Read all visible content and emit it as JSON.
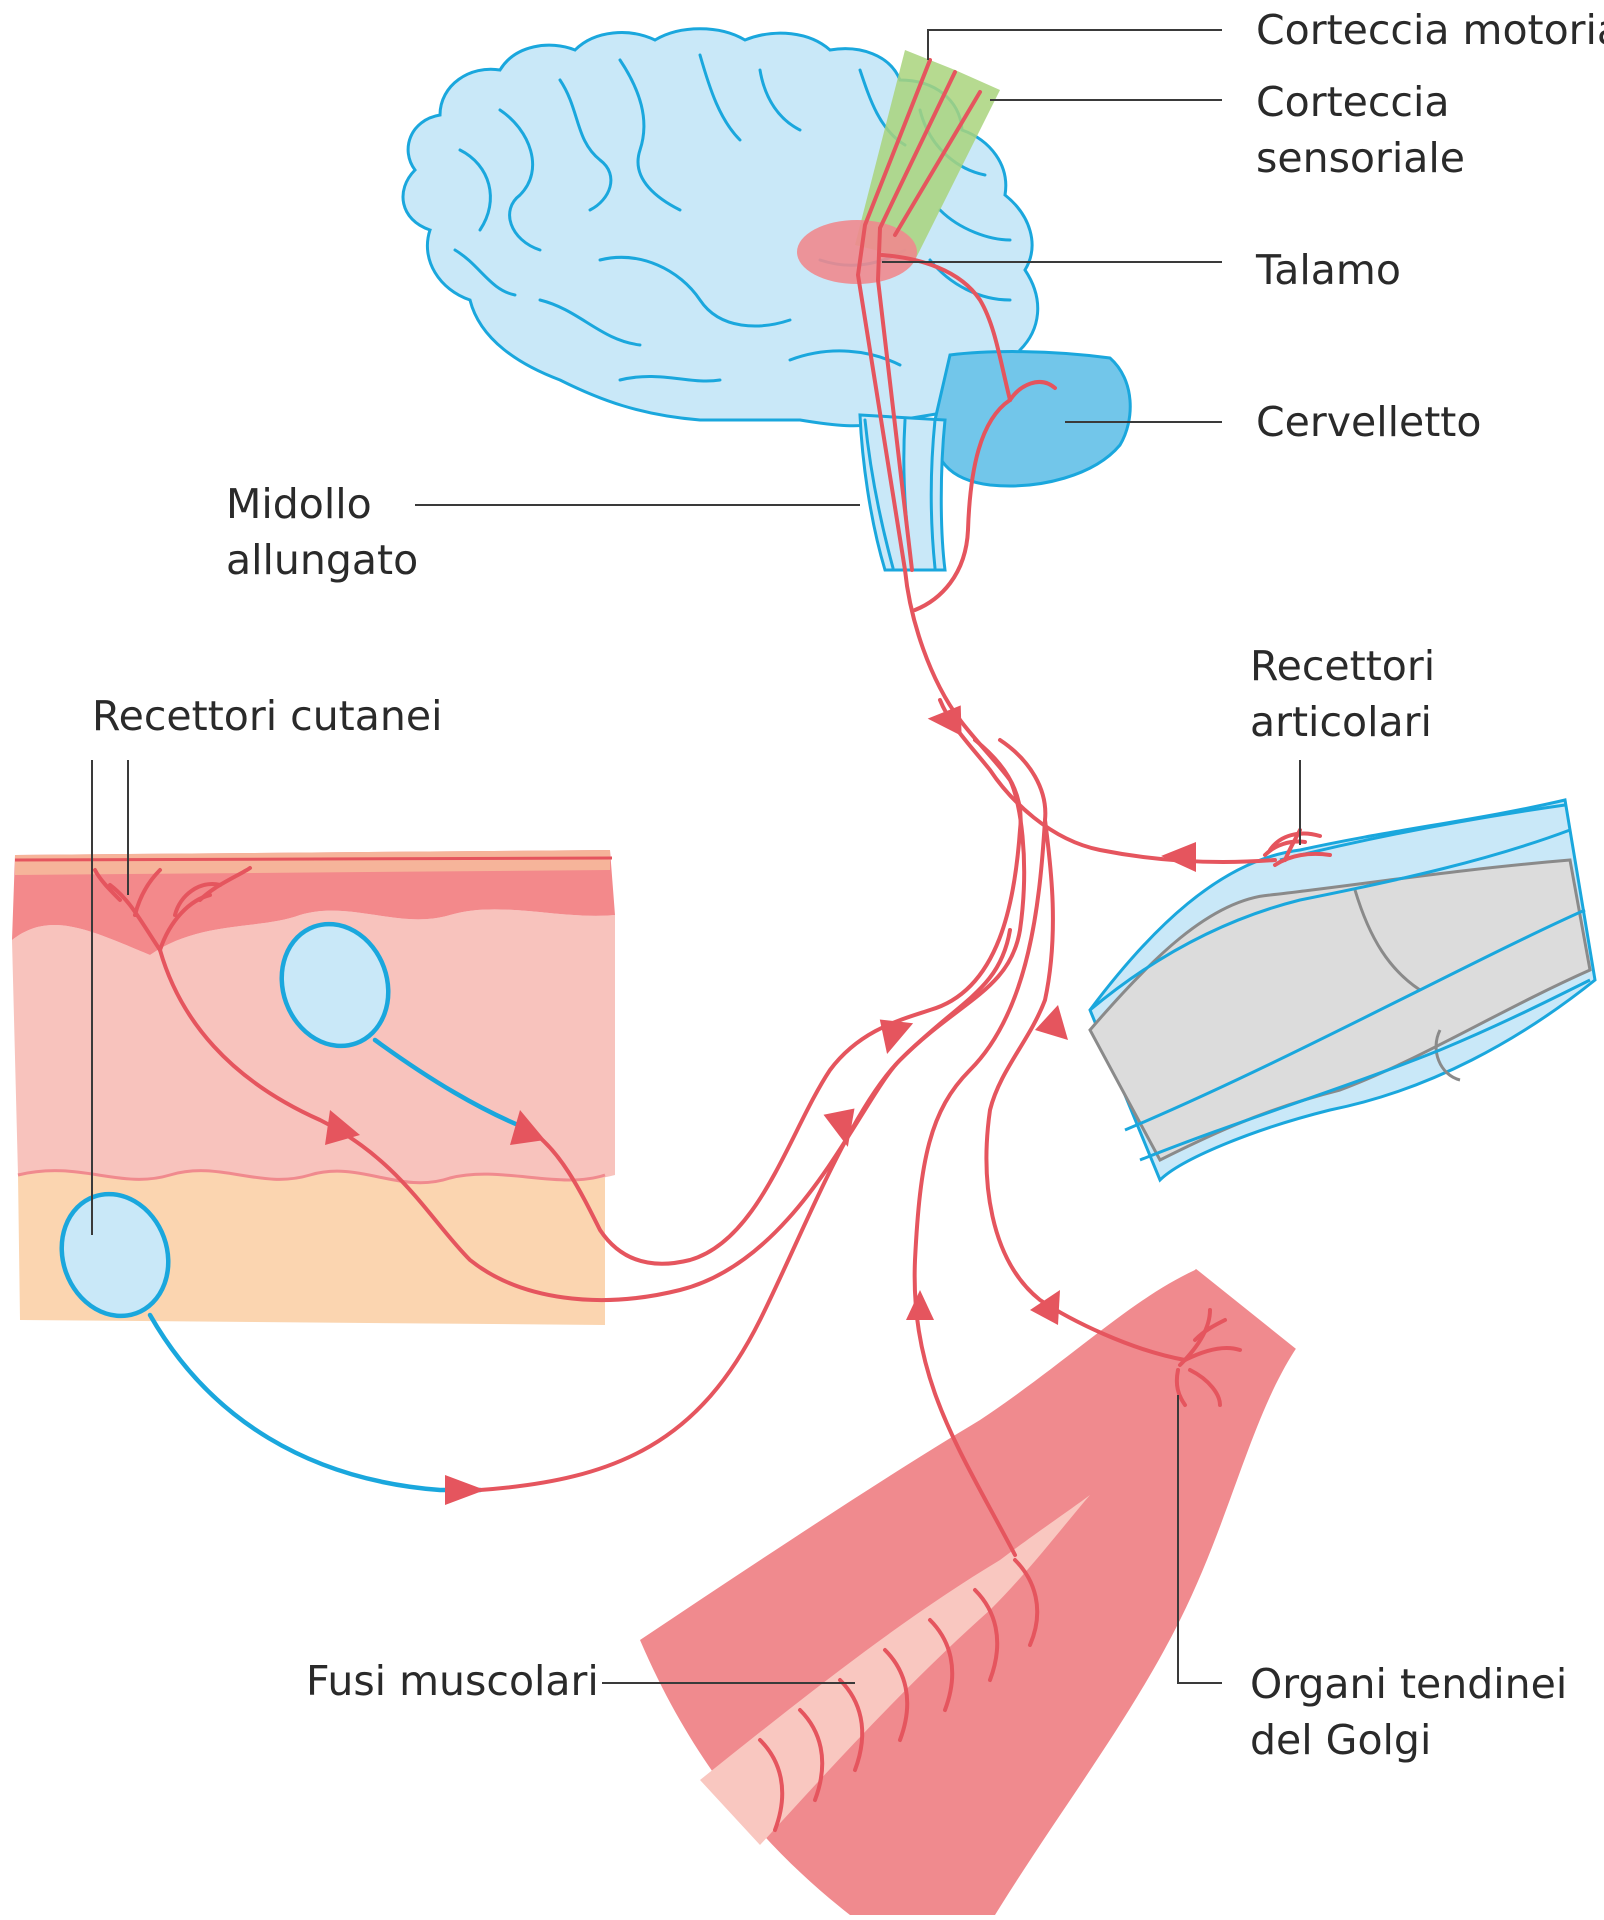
{
  "labels": {
    "motor_cortex": "Corteccia motoria",
    "sensory_cortex_line1": "Corteccia",
    "sensory_cortex_line2": "sensoriale",
    "thalamus": "Talamo",
    "cerebellum": "Cervelletto",
    "medulla_line1": "Midollo",
    "medulla_line2": "allungato",
    "skin_receptors": "Recettori cutanei",
    "joint_receptors_line1": "Recettori",
    "joint_receptors_line2": "articolari",
    "muscle_spindles": "Fusi muscolari",
    "golgi_line1": "Organi tendinei",
    "golgi_line2": "del Golgi"
  },
  "colors": {
    "nerve": "#e5555e",
    "brain": "#c9e8f8",
    "brain_outline": "#1aa7dd",
    "cerebellum": "#72c6ea",
    "cortex_band": "#a9d37c",
    "thalamus": "#f08a8e",
    "skin_top": "#f3898b",
    "skin_middle": "#f8c3bd",
    "skin_bottom": "#fbd5b0",
    "muscle": "#f08a8e",
    "spindle": "#f9c7c0",
    "bone": "#dcdcdc"
  }
}
